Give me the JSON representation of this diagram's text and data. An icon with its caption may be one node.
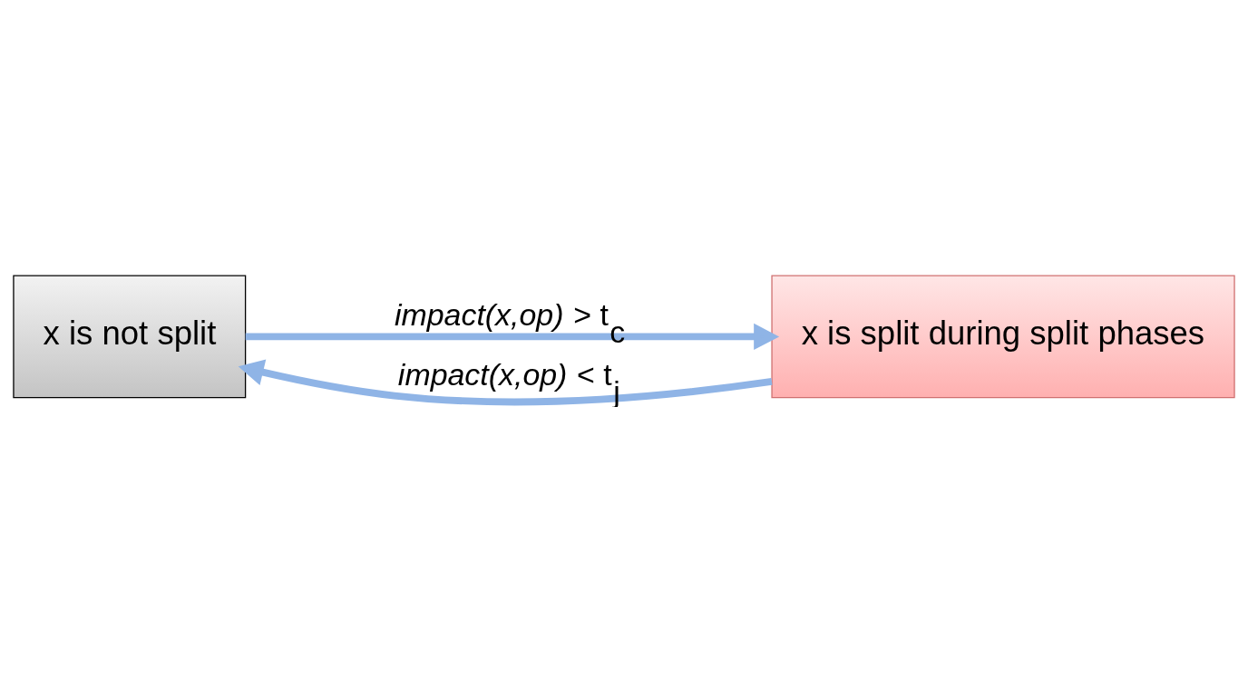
{
  "diagram": {
    "nodes": [
      {
        "text": [
          "x is not split"
        ]
      },
      {
        "text": [
          "x is split during split phases"
        ]
      }
    ],
    "edges": [
      {
        "from": 0,
        "to": 1,
        "arrow": "to",
        "label": "*impact(x,op)* > t$_{c}$"
      },
      {
        "from": 1,
        "to": 0,
        "arrow": "to",
        "label": "*impact(x,op)* < t$_{j}$"
      }
    ]
  }
}
